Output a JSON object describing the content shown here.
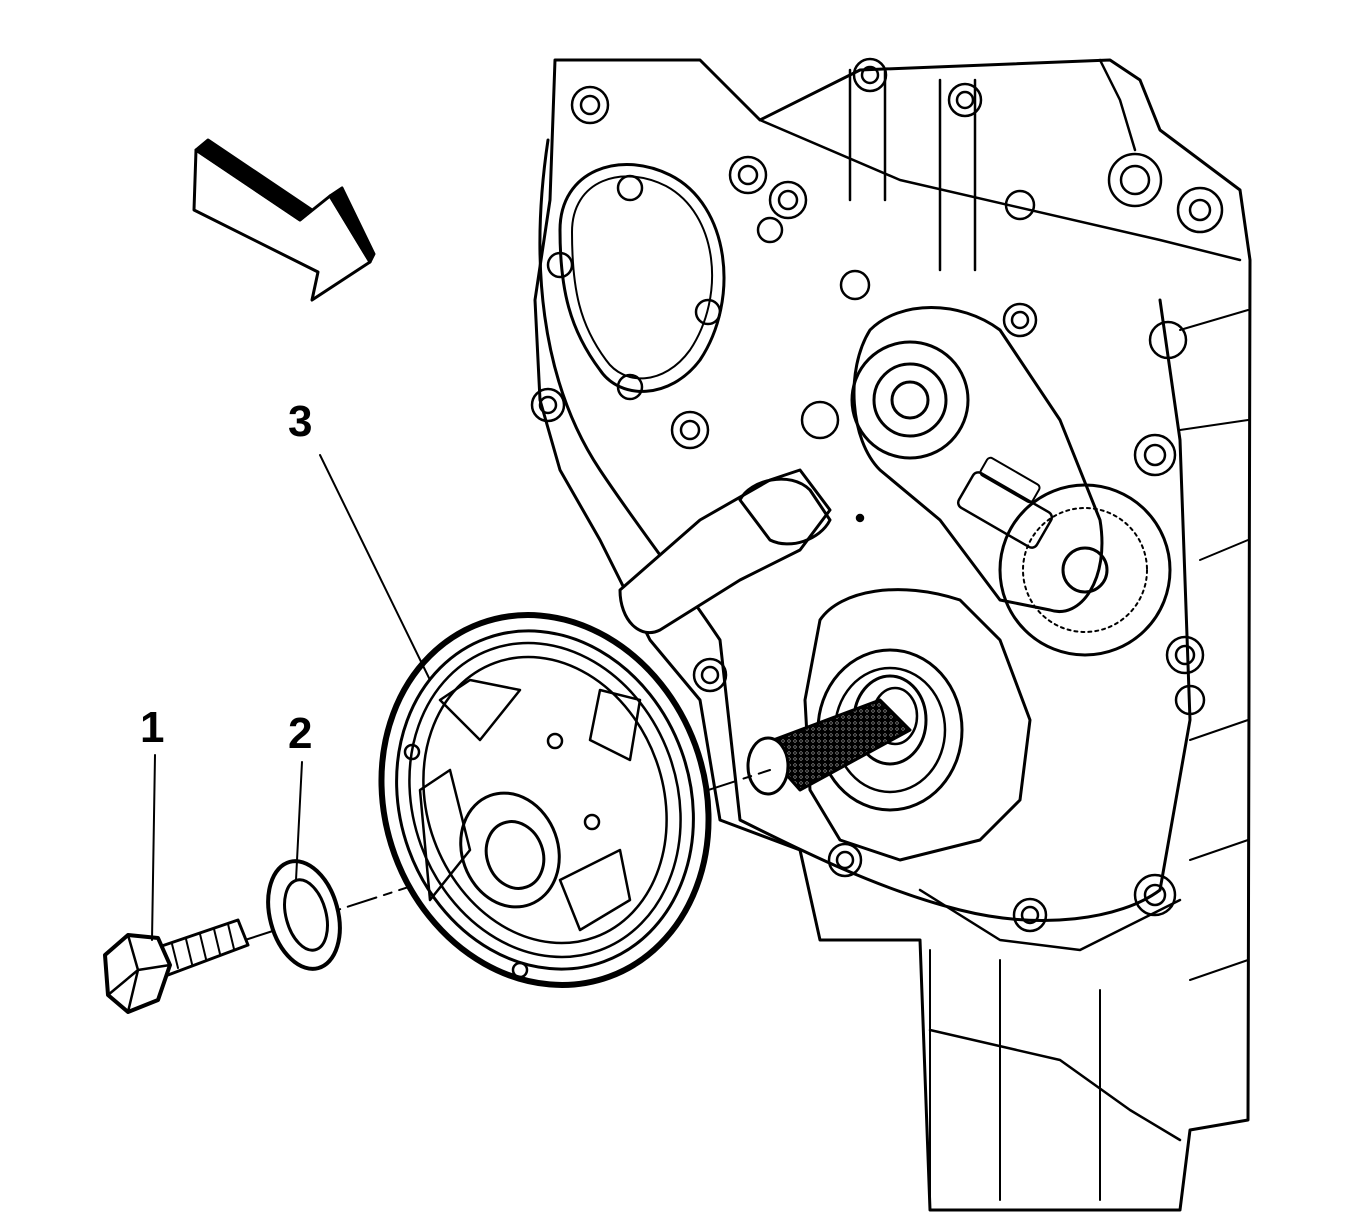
{
  "callouts": [
    {
      "id": "1",
      "label": "1"
    },
    {
      "id": "2",
      "label": "2"
    },
    {
      "id": "3",
      "label": "3"
    }
  ],
  "colors": {
    "line": "#000000",
    "background": "#ffffff"
  },
  "icons": [
    "view-direction-arrow-icon"
  ]
}
